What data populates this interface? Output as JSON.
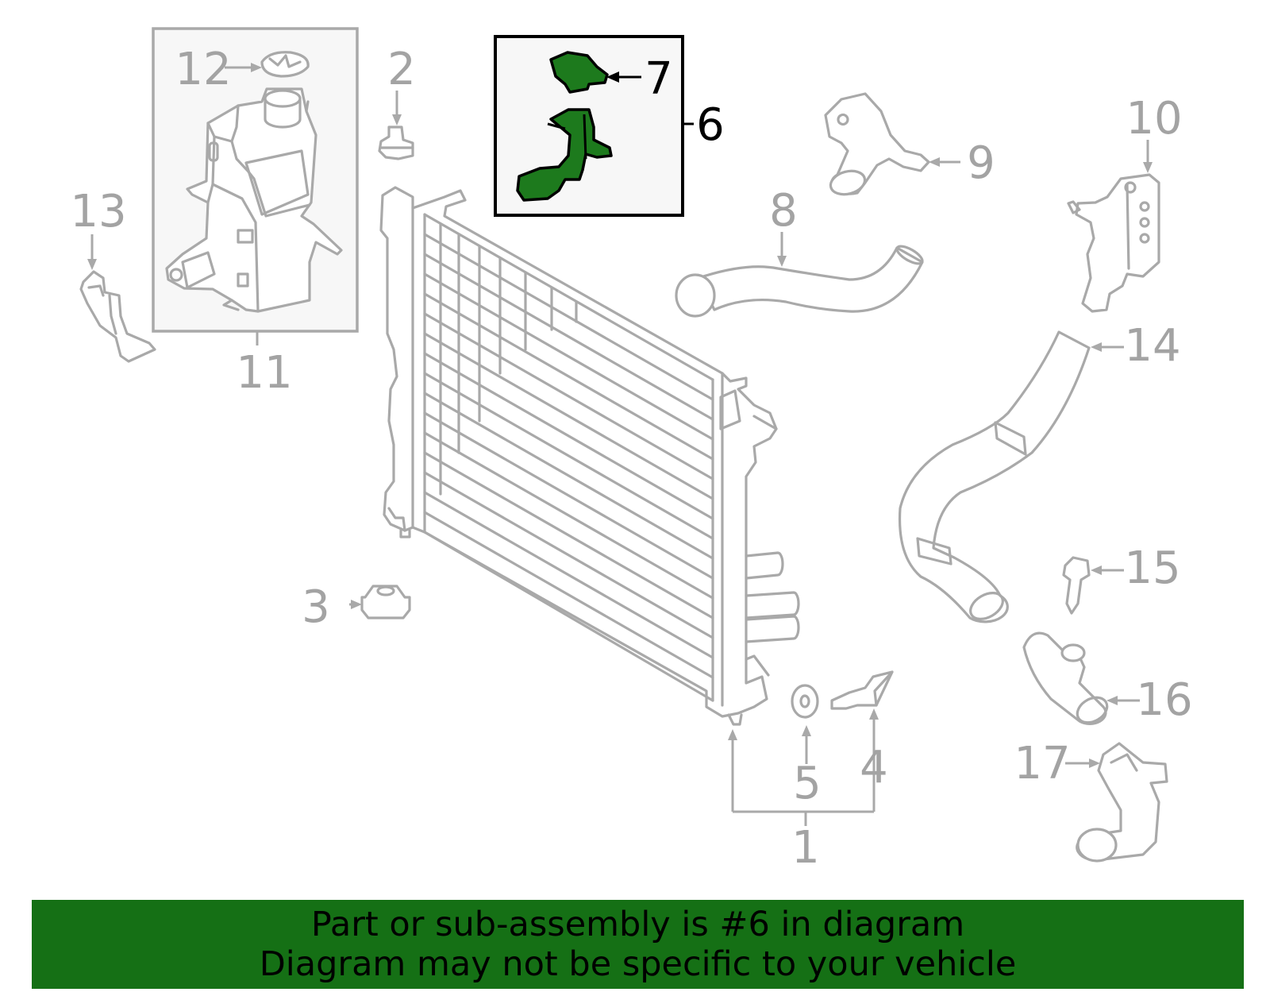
{
  "colors": {
    "highlight": "#1d7a1d",
    "banner": "#157015",
    "linework": "#a9a9a9",
    "callout_text": "#a3a3a3"
  },
  "callouts": {
    "c1": "1",
    "c2": "2",
    "c3": "3",
    "c4": "4",
    "c5": "5",
    "c6": "6",
    "c7": "7",
    "c8": "8",
    "c9": "9",
    "c10": "10",
    "c11": "11",
    "c12": "12",
    "c13": "13",
    "c14": "14",
    "c15": "15",
    "c16": "16",
    "c17": "17"
  },
  "highlighted_part": "6",
  "banner": {
    "line1": "Part or sub-assembly is #6 in diagram",
    "line2": "Diagram may not be specific to your vehicle"
  }
}
